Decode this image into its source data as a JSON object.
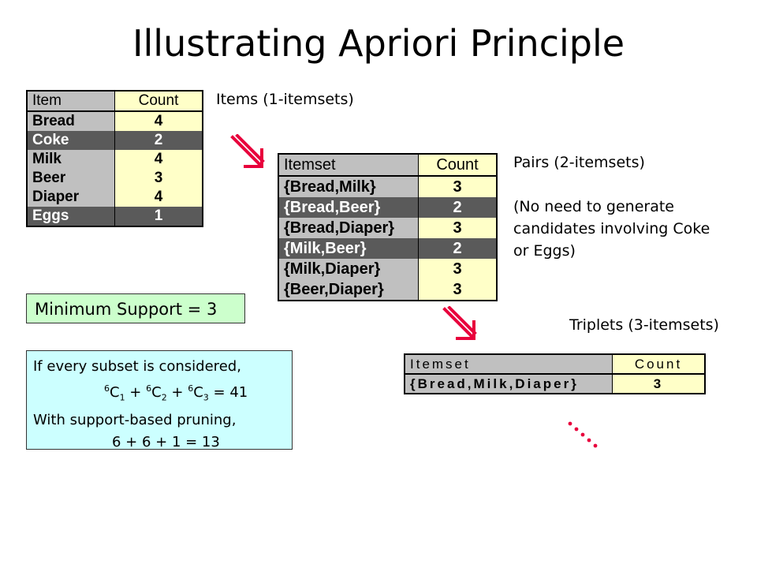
{
  "title": "Illustrating Apriori Principle",
  "items_table": {
    "header": {
      "name": "Item",
      "count": "Count"
    },
    "rows": [
      {
        "name": "Bread",
        "count": "4",
        "pruned": false
      },
      {
        "name": "Coke",
        "count": "2",
        "pruned": true
      },
      {
        "name": "Milk",
        "count": "4",
        "pruned": false
      },
      {
        "name": "Beer",
        "count": "3",
        "pruned": false
      },
      {
        "name": "Diaper",
        "count": "4",
        "pruned": false
      },
      {
        "name": "Eggs",
        "count": "1",
        "pruned": true
      }
    ]
  },
  "pairs_table": {
    "header": {
      "name": "Itemset",
      "count": "Count"
    },
    "rows": [
      {
        "name": "{Bread,Milk}",
        "count": "3",
        "pruned": false
      },
      {
        "name": "{Bread,Beer}",
        "count": "2",
        "pruned": true
      },
      {
        "name": "{Bread,Diaper}",
        "count": "3",
        "pruned": false
      },
      {
        "name": "{Milk,Beer}",
        "count": "2",
        "pruned": true
      },
      {
        "name": "{Milk,Diaper}",
        "count": "3",
        "pruned": false
      },
      {
        "name": "{Beer,Diaper}",
        "count": "3",
        "pruned": false
      }
    ]
  },
  "triplets_table": {
    "header": {
      "name": "Itemset",
      "count": "Count"
    },
    "rows": [
      {
        "name": "{Bread,Milk,Diaper}",
        "count": "3",
        "pruned": false
      }
    ]
  },
  "labels": {
    "items": "Items (1-itemsets)",
    "pairs": "Pairs (2-itemsets)",
    "note_line1": "(No need to generate",
    "note_line2": "candidates involving Coke",
    "note_line3": "or Eggs)",
    "triplets": "Triplets (3-itemsets)"
  },
  "min_support": "Minimum Support = 3",
  "formula_box": {
    "line1": "If every subset is considered,",
    "n": "6",
    "k1": "1",
    "k2": "2",
    "k3": "3",
    "sum_all": "41",
    "line3": "With support-based pruning,",
    "line4": "6 + 6 + 1 = 13"
  },
  "colors": {
    "arrow": "#e8003c",
    "name_col": "#c0c0c0",
    "count_col": "#ffffc8",
    "pruned_row": "#5a5a5a",
    "min_support_bg": "#ccffcc",
    "formula_bg": "#ccffff"
  }
}
